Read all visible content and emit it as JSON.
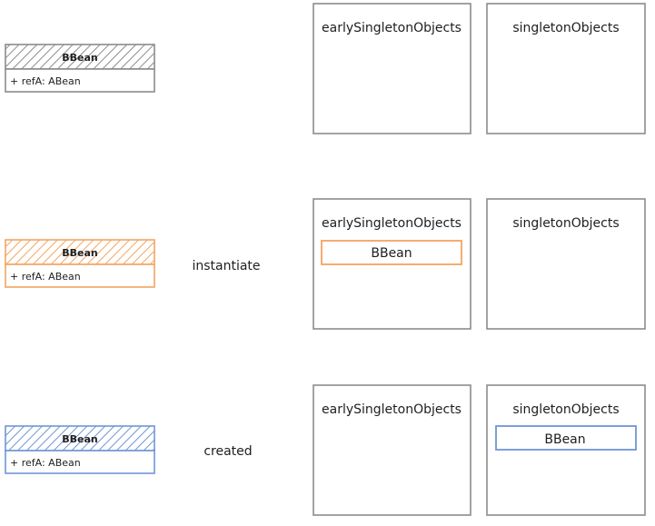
{
  "colors": {
    "gray": "#8c8c8c",
    "orange": "#f4a460",
    "blue": "#6f95d6",
    "ink": "#1e1e1e"
  },
  "rows": [
    {
      "class_card": {
        "name": "BBean",
        "field": "+ refA: ABean",
        "color": "gray"
      },
      "action_label": "",
      "early_box": {
        "title": "earlySingletonObjects",
        "item": ""
      },
      "singleton_box": {
        "title": "singletonObjects",
        "item": ""
      }
    },
    {
      "class_card": {
        "name": "BBean",
        "field": "+ refA: ABean",
        "color": "orange"
      },
      "action_label": "instantiate",
      "early_box": {
        "title": "earlySingletonObjects",
        "item": "BBean",
        "item_color": "orange"
      },
      "singleton_box": {
        "title": "singletonObjects",
        "item": ""
      }
    },
    {
      "class_card": {
        "name": "BBean",
        "field": "+ refA: ABean",
        "color": "blue"
      },
      "action_label": "created",
      "early_box": {
        "title": "earlySingletonObjects",
        "item": ""
      },
      "singleton_box": {
        "title": "singletonObjects",
        "item": "BBean",
        "item_color": "blue"
      }
    }
  ]
}
